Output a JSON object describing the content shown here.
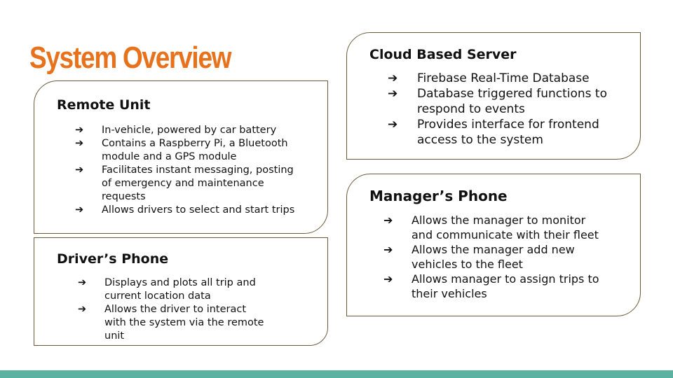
{
  "slide": {
    "title": "System Overview",
    "accent_color": "#e8711c",
    "border_color": "#6b5a3a",
    "bottom_bar_color": "#5bb2a0"
  },
  "bullet_glyph": "➔",
  "cards": {
    "remote_unit": {
      "title": "Remote Unit",
      "items": [
        "In-vehicle, powered by car battery",
        "Contains a Raspberry Pi, a Bluetooth module and a GPS module",
        "Facilitates instant messaging, posting of emergency and maintenance requests",
        "Allows drivers to select and start trips"
      ]
    },
    "drivers_phone": {
      "title": "Driver’s Phone",
      "items": [
        "Displays and plots all trip and current location data",
        "Allows the driver to interact with the system via the remote unit"
      ]
    },
    "cloud_server": {
      "title": "Cloud Based Server",
      "items": [
        "Firebase Real-Time Database",
        "Database triggered functions to respond to events",
        "Provides interface for frontend access to the system"
      ]
    },
    "managers_phone": {
      "title": "Manager’s Phone",
      "items": [
        "Allows the manager to monitor and communicate with their fleet",
        "Allows the manager add new vehicles to the fleet",
        "Allows manager to assign trips to their vehicles"
      ]
    }
  }
}
